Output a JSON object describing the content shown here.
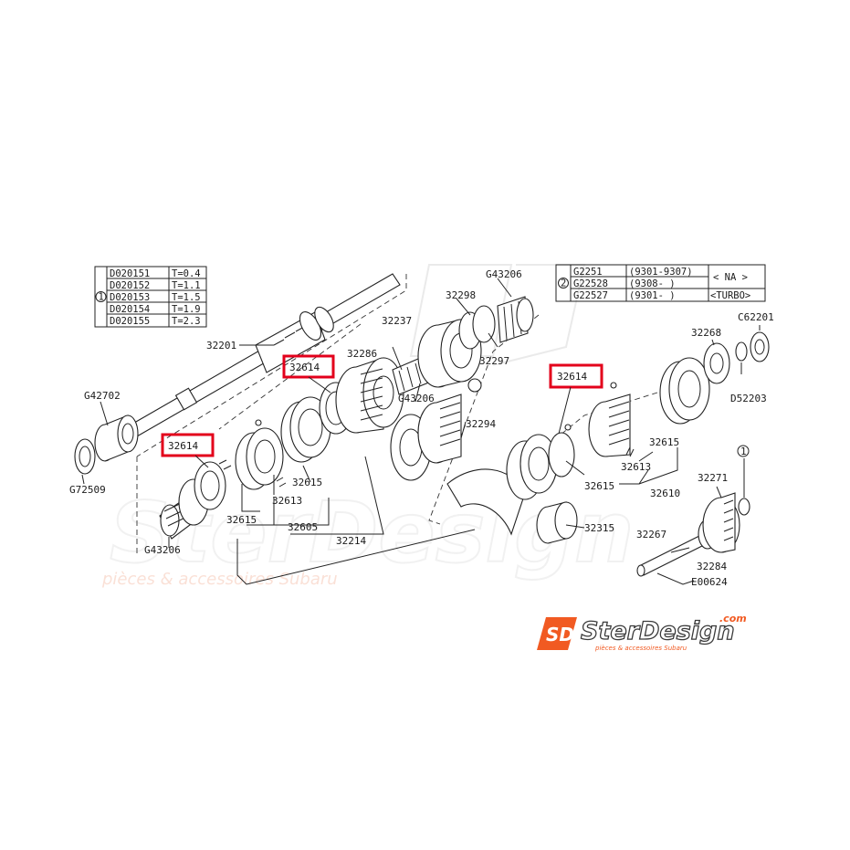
{
  "shim_table": {
    "marker": "1",
    "rows": [
      {
        "part": "D020151",
        "thickness": "T=0.4"
      },
      {
        "part": "D020152",
        "thickness": "T=1.1"
      },
      {
        "part": "D020153",
        "thickness": "T=1.5"
      },
      {
        "part": "D020154",
        "thickness": "T=1.9"
      },
      {
        "part": "D020155",
        "thickness": "T=2.3"
      }
    ]
  },
  "variant_table": {
    "marker": "2",
    "rows": [
      {
        "part": "G2251",
        "date": "(9301-9307)"
      },
      {
        "part": "G22528",
        "date": "(9308-     )"
      },
      {
        "part": "G22527",
        "date": "(9301-     )"
      }
    ],
    "na_label": "< NA >",
    "turbo_label": "<TURBO>"
  },
  "highlight_label": "32614",
  "labels": {
    "p32201": "32201",
    "pG42702": "G42702",
    "pG72509": "G72509",
    "pG43206a": "G43206",
    "pG43206b": "G43206",
    "pG43206c": "G43206",
    "p32298": "32298",
    "p32237": "32237",
    "p32286": "32286",
    "p32297": "32297",
    "p32294": "32294",
    "p32615a": "32615",
    "p32615b": "32615",
    "p32615c": "32615",
    "p32615d": "32615",
    "p32613a": "32613",
    "p32613b": "32613",
    "p32605": "32605",
    "p32214": "32214",
    "p32610": "32610",
    "p32315": "32315",
    "p32268": "32268",
    "pC62201": "C62201",
    "pD52203": "D52203",
    "p32271": "32271",
    "p32267": "32267",
    "p32284": "32284",
    "pE00624": "E00624",
    "circle1": "1"
  },
  "watermark": {
    "tagline": "pièces & accessoires Subaru",
    "brand_text": "SterDesign",
    "brand_suffix": ".com",
    "brand_tagline": "pièces & accessoires Subaru",
    "logo_letters": "SD"
  },
  "colors": {
    "highlight": "#e3001b",
    "brand_orange": "#f15a22",
    "brand_dark": "#3a3a3a",
    "watermark": "#e0e0e0"
  }
}
